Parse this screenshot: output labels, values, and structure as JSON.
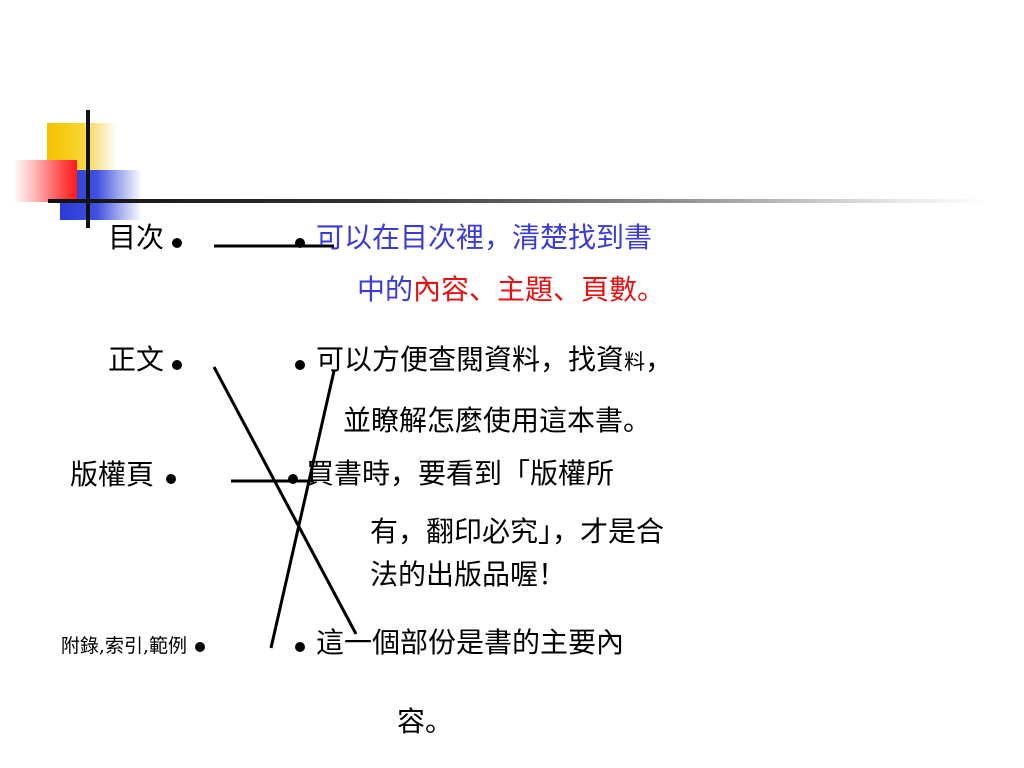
{
  "left_terms": {
    "toc": "目次",
    "body_text": "正文",
    "copyright_page": "版權頁",
    "appendix": "附錄,索引,範例"
  },
  "right_descriptions": {
    "toc_desc": {
      "line1": "可以在目次裡，清楚找到書",
      "line2_part1": "中的",
      "line2_part2": "內容、主題、頁數",
      "line2_part3": "。"
    },
    "appendix_desc": {
      "line1_a": "可以方便查閱資料，找資",
      "line1_b": "料",
      "line1_c": "，",
      "line2": "並瞭解怎麼使用這本書。"
    },
    "copyright_desc": {
      "line1": "買書時，要看到「版權所",
      "line2": "有，翻印必究」，才是合",
      "line3": "法的出版品喔！"
    },
    "body_desc": {
      "line1": "這一個部份是書的主要內",
      "line2": "容。"
    }
  },
  "colors": {
    "blue_text": "#3b3bd9",
    "red_text": "#e81010",
    "yellow_block": "#f4c200",
    "blue_block": "#2a3bd6",
    "red_block": "#ff1a1a"
  }
}
